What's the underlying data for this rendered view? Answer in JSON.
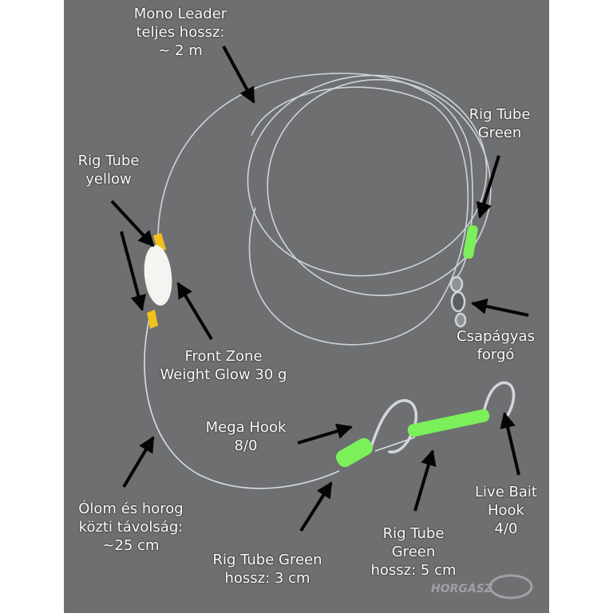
{
  "labels": {
    "mono_leader": [
      "Mono Leader",
      "teljes hossz:",
      "~ 2 m"
    ],
    "rig_tube_yellow": [
      "Rig Tube",
      "yellow"
    ],
    "rig_tube_green_top": [
      "Rig Tube",
      "Green"
    ],
    "csapagyas_forgo": [
      "Csapágyas",
      "forgó"
    ],
    "front_zone": [
      "Front Zone",
      "Weight Glow 30 g"
    ],
    "mega_hook": [
      "Mega Hook",
      "8/0"
    ],
    "distance": [
      "Ólom és horog",
      "közti távolság:",
      "~25 cm"
    ],
    "rig_tube_green_3cm": [
      "Rig Tube Green",
      "hossz: 3 cm"
    ],
    "rig_tube_green_5cm": [
      "Rig Tube",
      "Green",
      "hossz: 5 cm"
    ],
    "live_bait_hook": [
      "Live Bait",
      "Hook",
      "4/0"
    ]
  },
  "colors": {
    "background": "#6e6f71",
    "tube_green": "#7bf05a",
    "tube_yellow": "#f2c21b",
    "weight_glow": "#f4f5f0",
    "line": "#d9dee6"
  }
}
